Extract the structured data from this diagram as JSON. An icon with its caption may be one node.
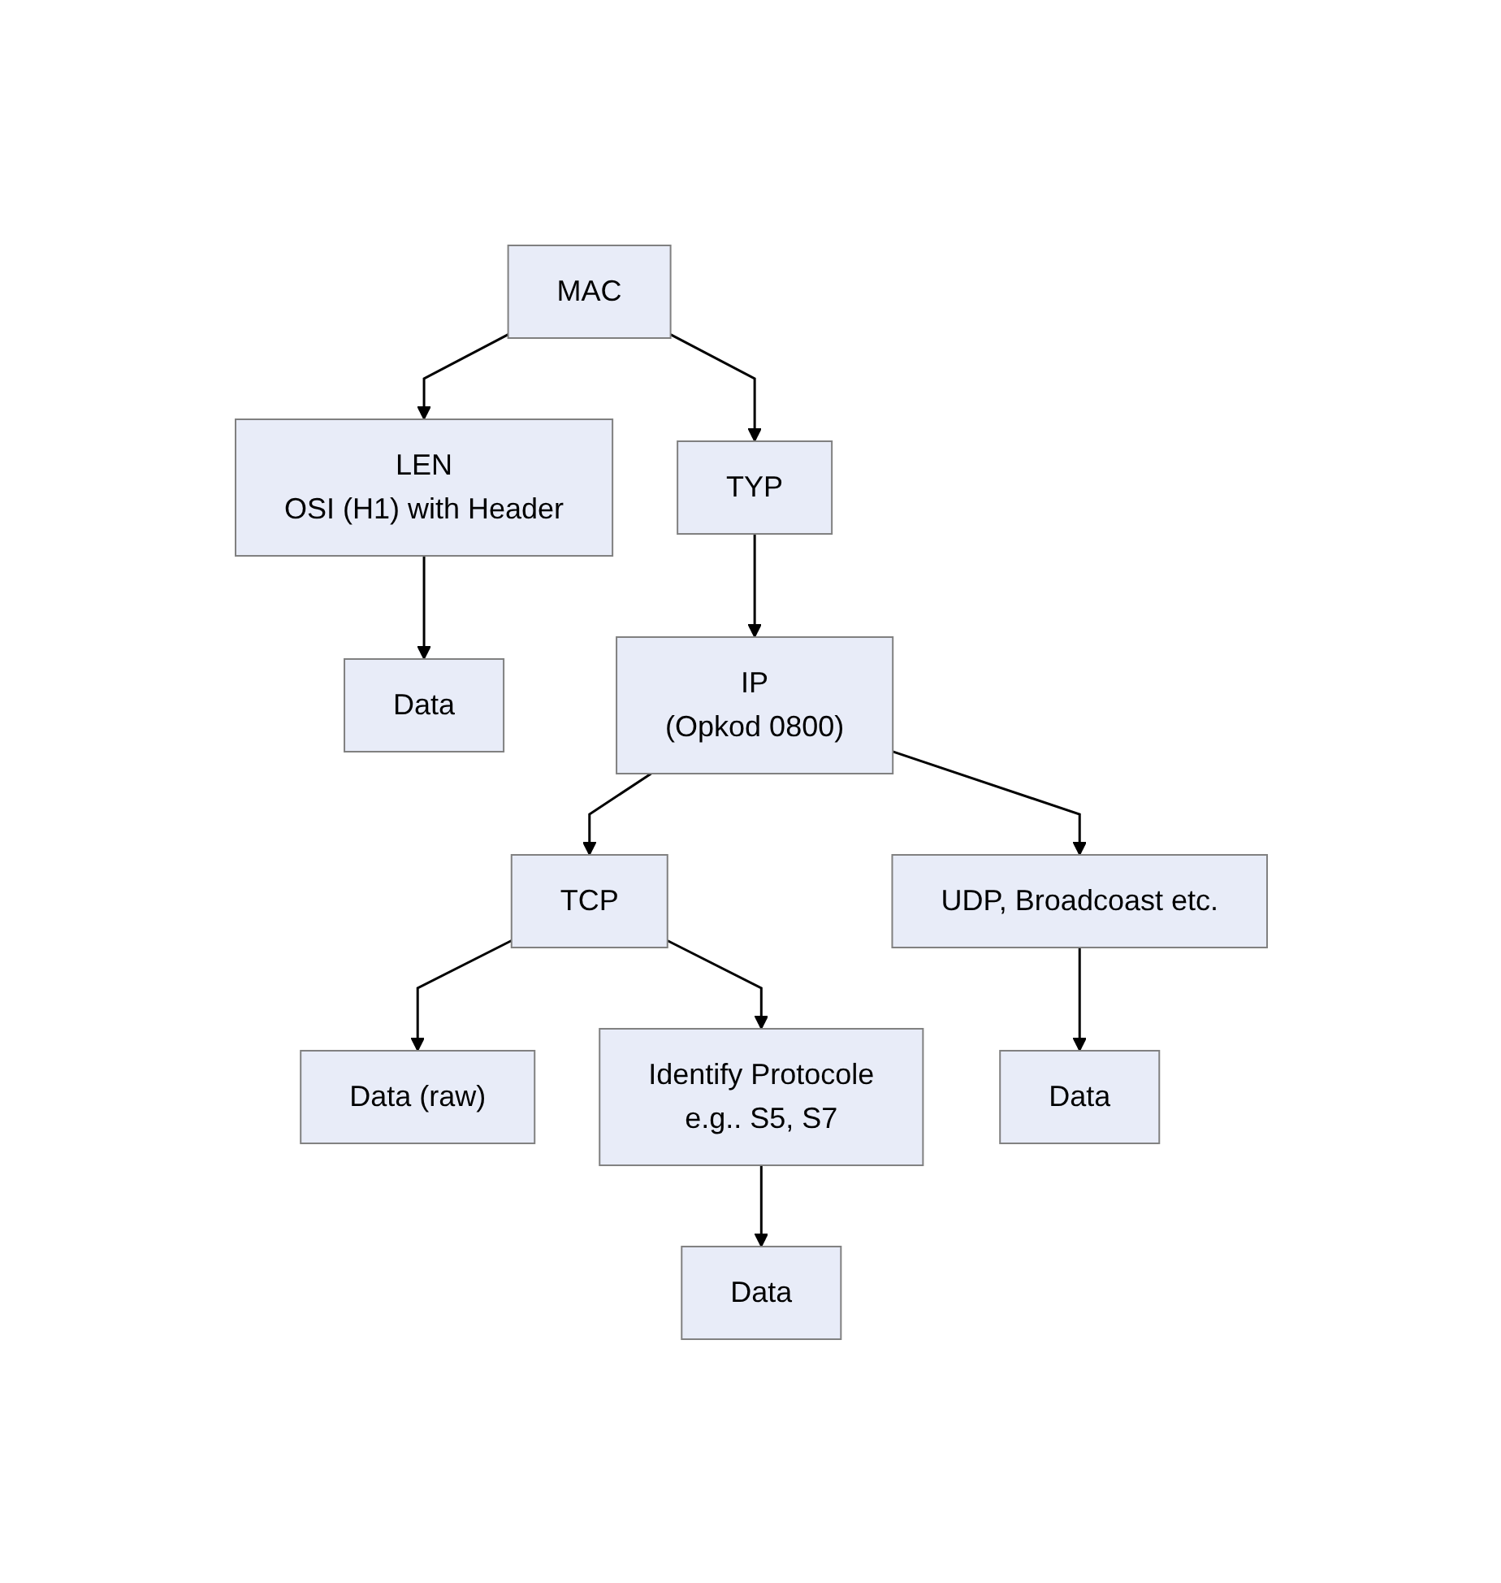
{
  "diagram": {
    "nodes": [
      {
        "text": [
          "MAC"
        ]
      },
      {
        "text": [
          "LEN",
          "OSI (H1) with Header"
        ]
      },
      {
        "text": [
          "TYP"
        ]
      },
      {
        "text": [
          "Data"
        ]
      },
      {
        "text": [
          "IP",
          "(Opkod 0800)"
        ]
      },
      {
        "text": [
          "TCP"
        ]
      },
      {
        "text": [
          "UDP, Broadcoast etc."
        ]
      },
      {
        "text": [
          "Data (raw)"
        ]
      },
      {
        "text": [
          "Identify Protocole",
          "e.g.. S5, S7"
        ]
      },
      {
        "text": [
          "Data"
        ]
      },
      {
        "text": [
          "Data"
        ]
      }
    ],
    "edges": [
      {
        "from": 0,
        "to": 1,
        "arrow": "to"
      },
      {
        "from": 0,
        "to": 2,
        "arrow": "to"
      },
      {
        "from": 1,
        "to": 3,
        "arrow": "to"
      },
      {
        "from": 2,
        "to": 4,
        "arrow": "to"
      },
      {
        "from": 4,
        "to": 5,
        "arrow": "to"
      },
      {
        "from": 4,
        "to": 6,
        "arrow": "to"
      },
      {
        "from": 5,
        "to": 7,
        "arrow": "to"
      },
      {
        "from": 5,
        "to": 8,
        "arrow": "to"
      },
      {
        "from": 6,
        "to": 9,
        "arrow": "to"
      },
      {
        "from": 8,
        "to": 10,
        "arrow": "to"
      }
    ]
  }
}
